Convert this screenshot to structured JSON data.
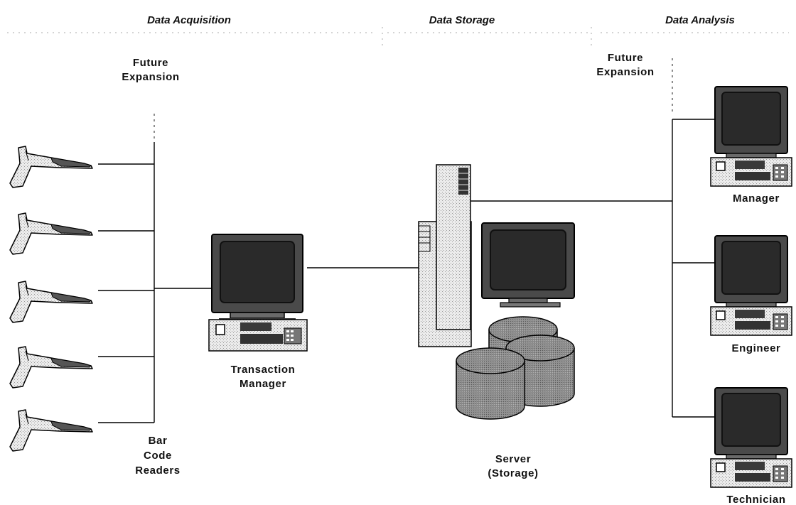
{
  "headers": {
    "acquisition": "Data Acquisition",
    "storage": "Data Storage",
    "analysis": "Data Analysis"
  },
  "labels": {
    "future_expansion_left_1": "Future",
    "future_expansion_left_2": "Expansion",
    "future_expansion_right_1": "Future",
    "future_expansion_right_2": "Expansion",
    "bar_code_readers_1": "Bar",
    "bar_code_readers_2": "Code",
    "bar_code_readers_3": "Readers",
    "transaction_manager_1": "Transaction",
    "transaction_manager_2": "Manager",
    "server_1": "Server",
    "server_2": "(Storage)",
    "manager": "Manager",
    "engineer": "Engineer",
    "technician": "Technician"
  },
  "icons": {
    "scanner": "bar-code-scanner-icon",
    "computer": "desktop-computer-icon",
    "server": "tower-server-icon",
    "database": "database-cylinder-icon"
  },
  "colors": {
    "stipple_light": "#e6e6e6",
    "screen_dark": "#2a2a2a",
    "database_fill": "#8c8c8c",
    "line": "#000000"
  }
}
